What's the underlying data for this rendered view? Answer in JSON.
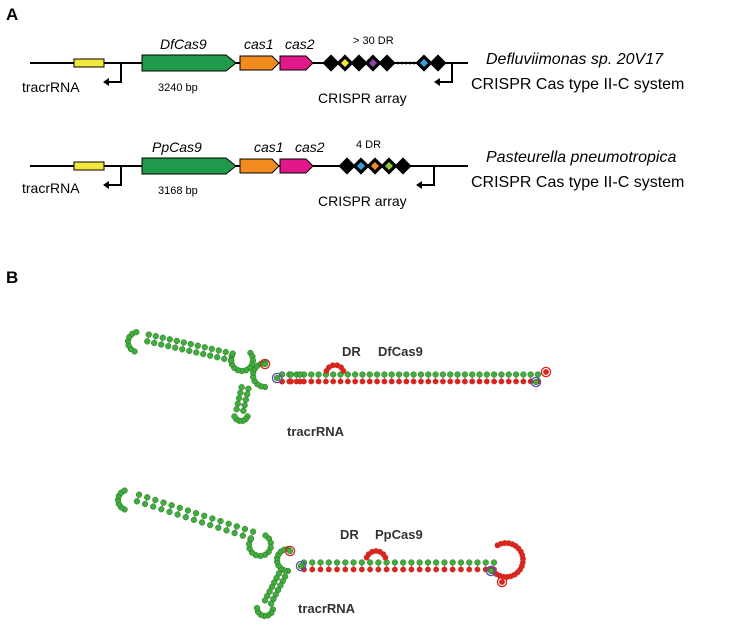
{
  "panel_a": {
    "letter": "A",
    "loci": [
      {
        "tracr_label": "tracrRNA",
        "cas9_name": "DfCas9",
        "cas9_bp": "3240 bp",
        "cas1_name": "cas1",
        "cas2_name": "cas2",
        "dr_count": "> 30 DR",
        "array_label": "CRISPR array",
        "species": "Defluviimonas sp. 20V17",
        "system": "CRISPR Cas type II-C system",
        "spacer_colors": [
          "#f2e93a",
          "#8e44ad",
          "#3aa0dc"
        ]
      },
      {
        "tracr_label": "tracrRNA",
        "cas9_name": "PpCas9",
        "cas9_bp": "3168 bp",
        "cas1_name": "cas1",
        "cas2_name": "cas2",
        "dr_count": "4 DR",
        "array_label": "CRISPR array",
        "species": "Pasteurella pneumotropica",
        "system": "CRISPR Cas type II-C system",
        "spacer_colors": [
          "#3aa0dc",
          "#f28c28",
          "#8cc63f"
        ]
      }
    ],
    "colors": {
      "tracr_box": "#f2e93a",
      "cas9": "#1e9a4a",
      "cas1": "#f28c1e",
      "cas2": "#e0188a",
      "repeat": "#000000"
    }
  },
  "panel_b": {
    "letter": "B",
    "structures": [
      {
        "dr_label": "DR",
        "cas9_label": "DfCas9",
        "tracr_label": "tracrRNA"
      },
      {
        "dr_label": "DR",
        "cas9_label": "PpCas9",
        "tracr_label": "tracrRNA"
      }
    ],
    "colors": {
      "tracr_nt": "#3fae3a",
      "dr_nt": "#d7261e",
      "end_purple": "#5a4fb0"
    }
  }
}
